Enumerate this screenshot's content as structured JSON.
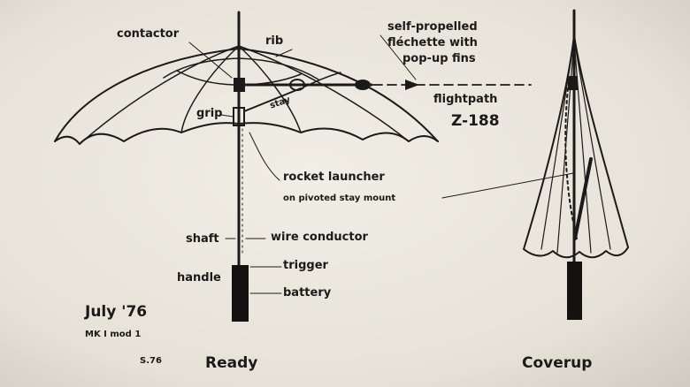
{
  "labels": {
    "contactor": "contactor",
    "rib": "rib",
    "stay": "stay",
    "grip": "grip",
    "fechette_line1": "self-propelled",
    "fechette_line2": "fléchette with",
    "fechette_line3": "pop-up fins",
    "flightpath": "flightpath",
    "designation": "Z-188",
    "rocket_launcher": "rocket launcher",
    "rocket_mount": "on pivoted stay mount",
    "shaft": "shaft",
    "wire_conductor": "wire conductor",
    "handle": "handle",
    "trigger": "trigger",
    "battery": "battery",
    "date": "July '76",
    "model": "MK I mod 1",
    "initials": "S.76"
  },
  "captions": {
    "ready": "Ready",
    "coverup": "Coverup"
  }
}
